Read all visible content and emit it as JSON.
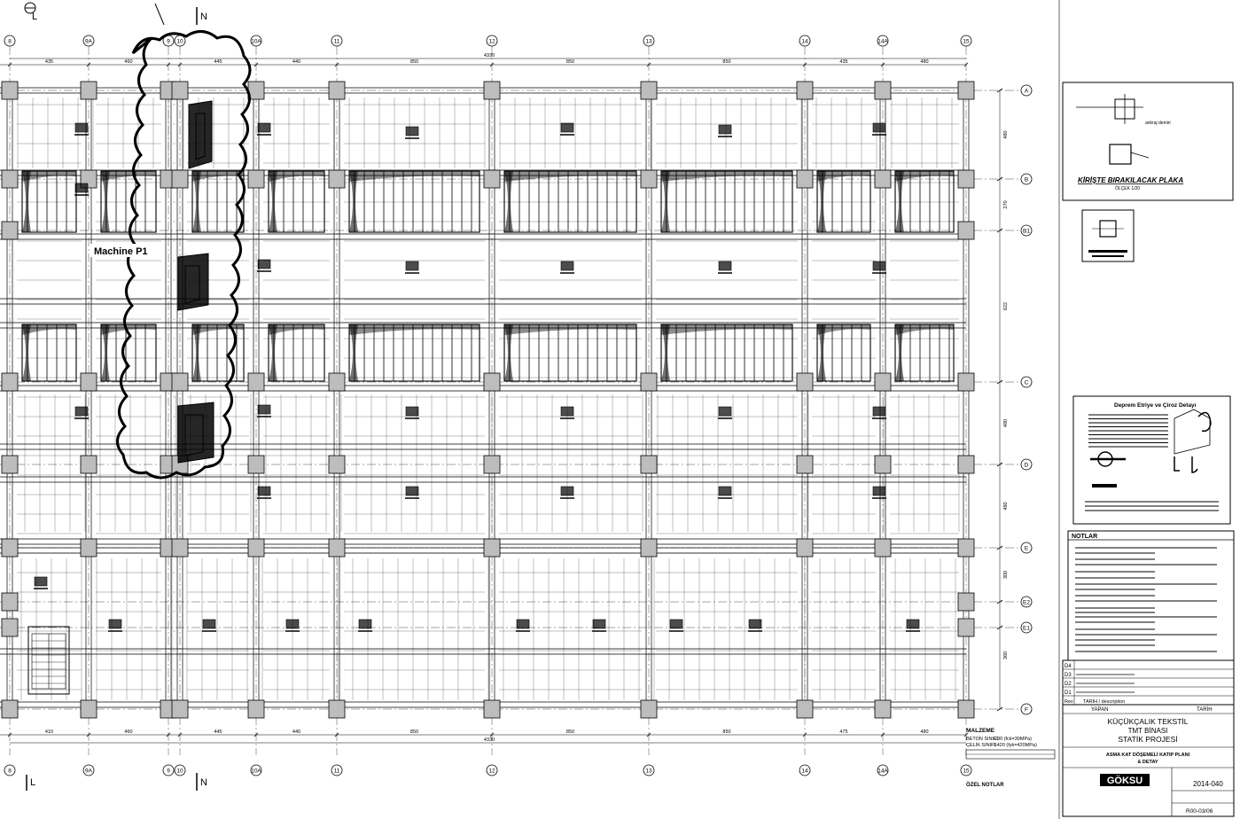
{
  "grid": {
    "columns": [
      "8",
      "9A",
      "9",
      "10",
      "10A",
      "11",
      "12",
      "13",
      "14",
      "14A",
      "15"
    ],
    "rows": [
      "A",
      "B",
      "B1",
      "C",
      "D",
      "E",
      "E2",
      "E1",
      "F"
    ],
    "top_dims": [
      "435",
      "460",
      "445",
      "440",
      "850",
      "850",
      "850",
      "435",
      "480"
    ],
    "bottom_dims": [
      "410",
      "460",
      "445",
      "440",
      "850",
      "850",
      "850",
      "475",
      "480"
    ],
    "total_dim_top": "4330",
    "total_dim_bottom": "4330",
    "right_dims": [
      "480",
      "270",
      "622",
      "480",
      "480",
      "300",
      "360"
    ],
    "north_label": "N",
    "section_label": "L"
  },
  "plan": {
    "revision_cloud_label": "Machine P1"
  },
  "details": {
    "plate_caption": "KİRİŞTE BIRAKILACAK PLAKA",
    "plate_scale": "ÖLÇEK 1/20",
    "hook_title": "Deprem Etriye ve Çiroz Detayı"
  },
  "notes": {
    "title": "NOTLAR",
    "material_title": "MALZEME",
    "concrete_label": "BETON SINIFI",
    "concrete_value": ": C30 (fck=30MPa)",
    "steel_label": "ÇELİK SINIFI",
    "steel_value": ": S420 (fyk=420MPa)",
    "special_notes": "ÖZEL NOTLAR"
  },
  "revisions": [
    {
      "code": "D4",
      "text": ""
    },
    {
      "code": "D3",
      "text": ""
    },
    {
      "code": "D2",
      "text": ""
    },
    {
      "code": "D1",
      "text": ""
    }
  ],
  "title_block": {
    "rev_header": "Rev",
    "desc_header": "TARİH / description",
    "drawn_label": "YAPAN",
    "date_label": "TARİH",
    "client_line1": "KÜÇÜKÇALIK TEKSTİL",
    "client_line2": "TMT BİNASI",
    "client_line3": "STATİK PROJESİ",
    "sheet_title_line1": "ASMA KAT DÖŞEMELİ KATIP PLANI",
    "sheet_title_line2": "& DETAY",
    "company": "GÖKSU",
    "project_no": "2014-040",
    "sheet_no": "R00-03/06"
  }
}
